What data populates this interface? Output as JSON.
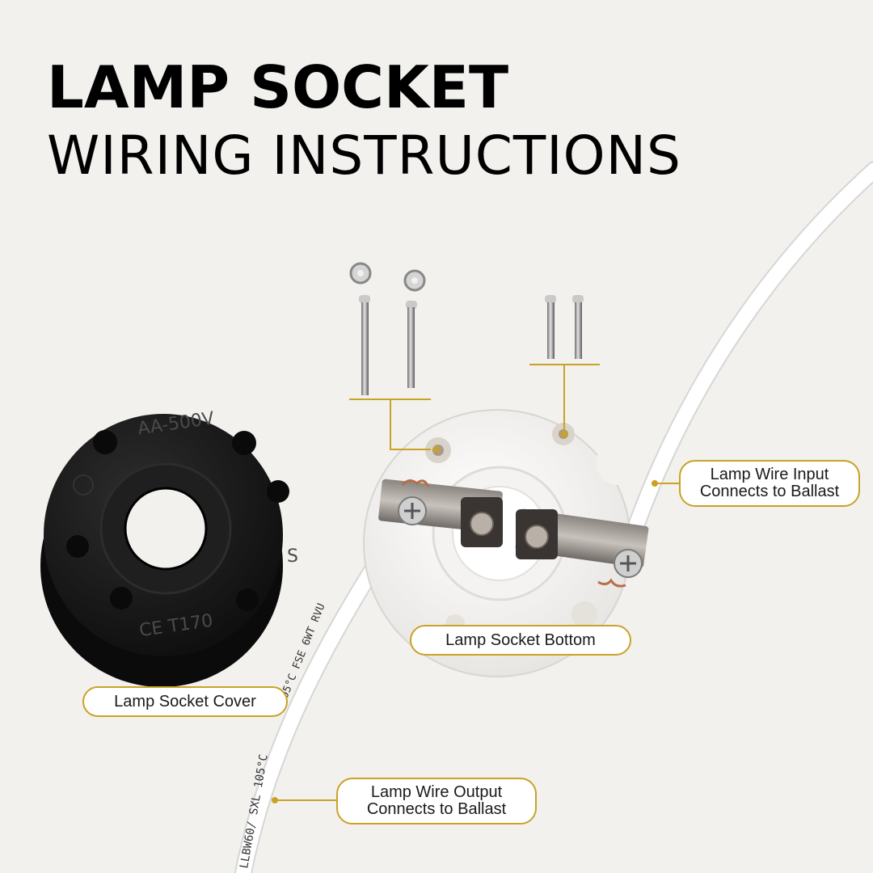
{
  "header": {
    "title_line1": "LAMP SOCKET",
    "title_line2": "WIRING INSTRUCTIONS"
  },
  "cover": {
    "embossed_top": "AA-500V",
    "embossed_bottom": "CE T170",
    "embossed_side": "S"
  },
  "wire": {
    "print_lower": "LLBW60/ SXL 105°C",
    "print_upper": "105°C  FSE  6WT  RVU"
  },
  "labels": {
    "cover": "Lamp Socket Cover",
    "bottom": "Lamp Socket Bottom",
    "input_line1": "Lamp Wire Input",
    "input_line2": "Connects to Ballast",
    "output_line1": "Lamp Wire Output",
    "output_line2": "Connects to Ballast"
  },
  "colors": {
    "accent": "#c9a227",
    "background": "#f2f1ee",
    "cover": "#1b1b1b",
    "ceramic": "#ffffff"
  }
}
